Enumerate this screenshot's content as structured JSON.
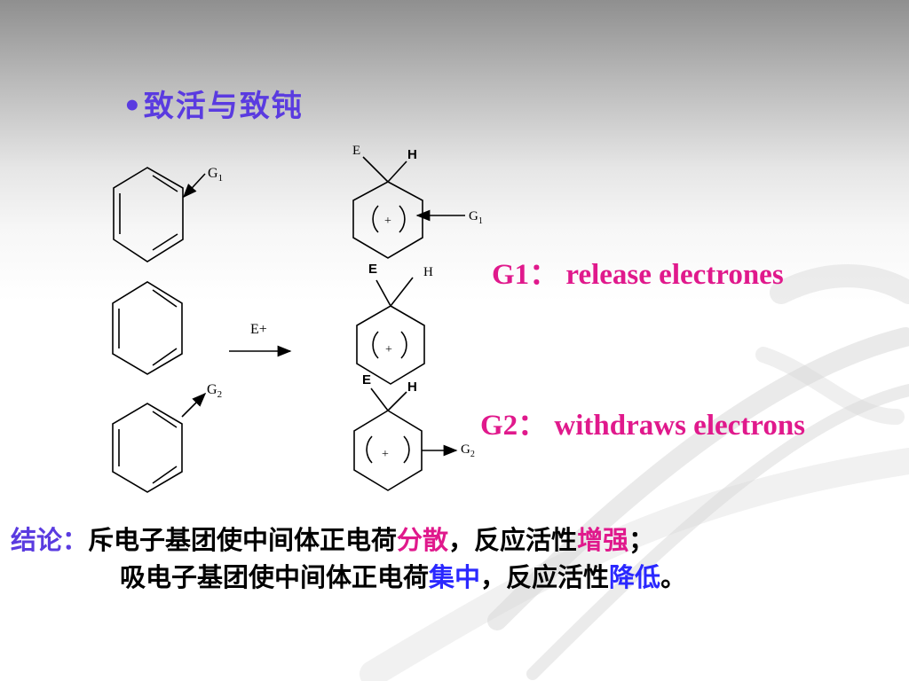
{
  "title": "•致活与致钝",
  "labels": {
    "g1": "G",
    "g2": "G",
    "sub1": "1",
    "sub2": "2",
    "e": "E",
    "h": "H",
    "plus": "+",
    "reagent": "E+"
  },
  "notes": {
    "g1": "G1：  release  electrones",
    "g2": "G2：  withdraws electrons"
  },
  "conclusion": {
    "label": "结论：",
    "line1_a": "斥电子基团使中间体正电荷",
    "line1_b": "分散",
    "line1_c": "，反应活性",
    "line1_d": "增强",
    "line1_e": "；",
    "line2_a": "吸电子基团使中间体正电荷",
    "line2_b": "集中",
    "line2_c": "，反应活性",
    "line2_d": "降低",
    "line2_e": "。"
  },
  "colors": {
    "title": "#5a3be0",
    "highlight_pink": "#e0198c",
    "highlight_blue": "#2a28ff"
  }
}
